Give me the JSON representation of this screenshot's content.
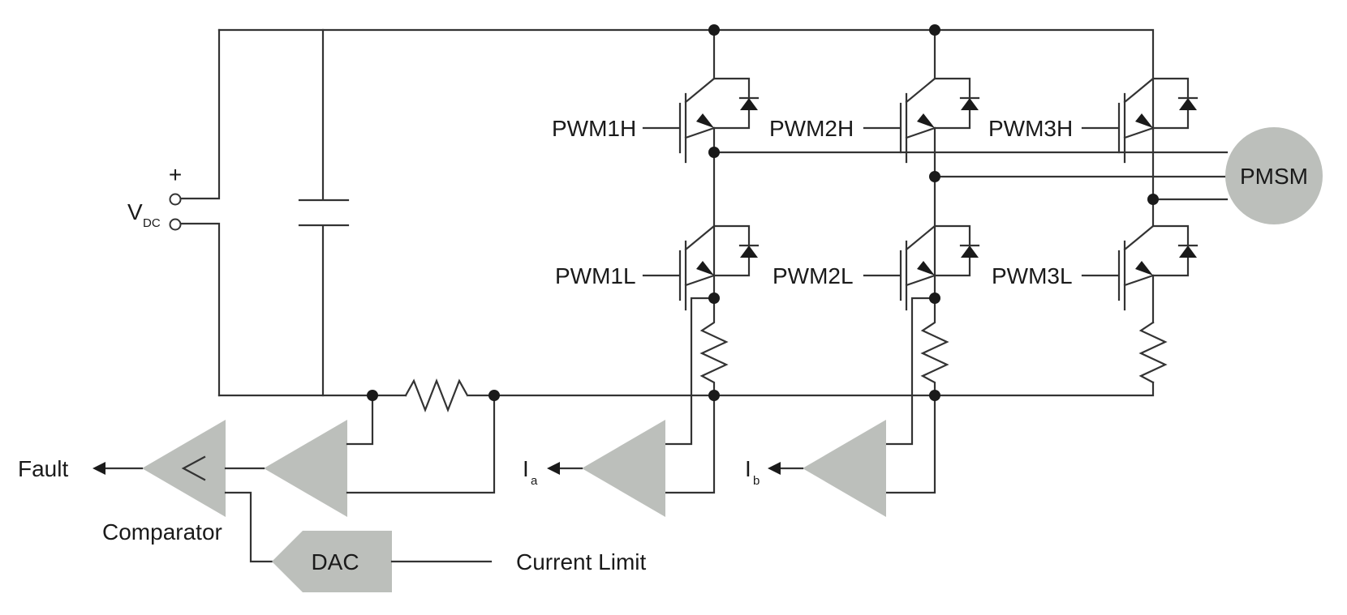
{
  "labels": {
    "vdc_main": "V",
    "vdc_sub": "DC",
    "vdc_plus": "+",
    "pwm1h": "PWM1H",
    "pwm2h": "PWM2H",
    "pwm3h": "PWM3H",
    "pwm1l": "PWM1L",
    "pwm2l": "PWM2L",
    "pwm3l": "PWM3L",
    "motor": "PMSM",
    "fault": "Fault",
    "comparator": "Comparator",
    "comparator_symbol": "<",
    "dac": "DAC",
    "current_limit": "Current Limit",
    "ia_main": "I",
    "ia_sub": "a",
    "ib_main": "I",
    "ib_sub": "b"
  },
  "colors": {
    "wire": "#333333",
    "block_fill": "#bcbfbb",
    "text": "#1a1a1a"
  }
}
